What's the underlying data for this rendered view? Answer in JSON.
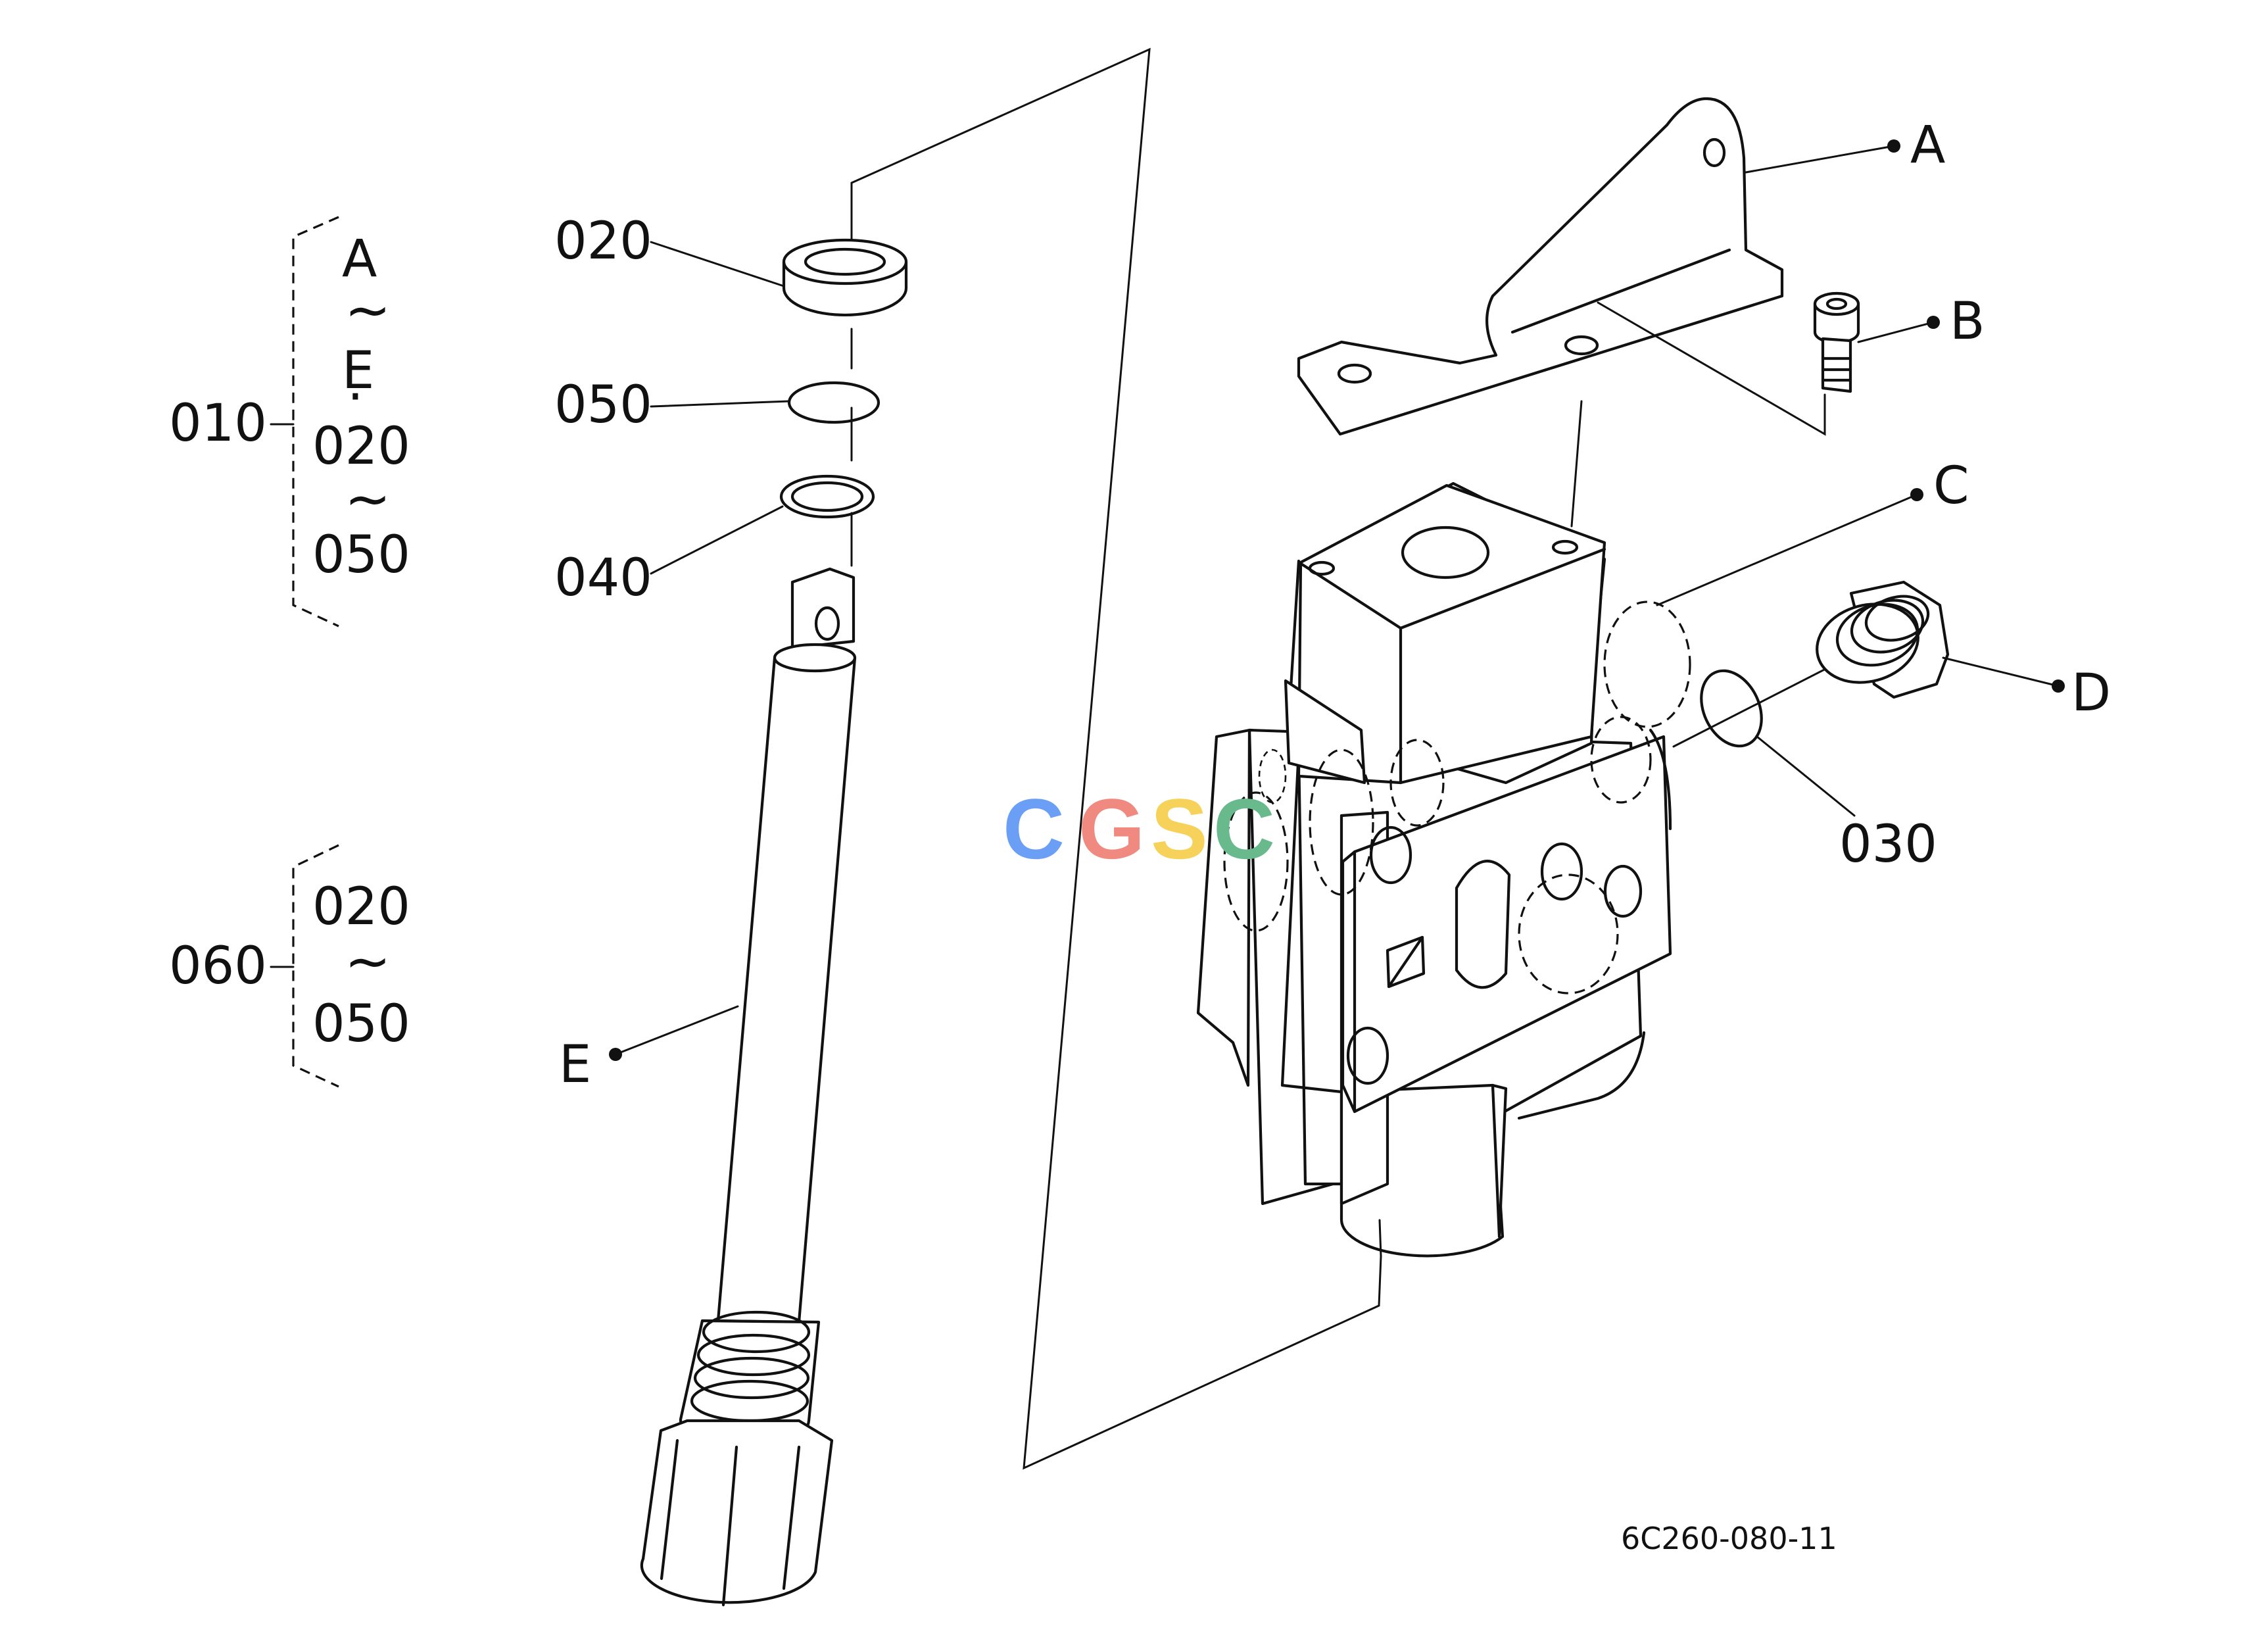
{
  "callouts": {
    "a": "A",
    "b": "B",
    "c": "C",
    "d": "D",
    "e": "E",
    "p020": "020",
    "p050": "050",
    "p040": "040",
    "p030": "030"
  },
  "kit_010": {
    "number": "010",
    "lines": [
      "A",
      "~",
      "E",
      "·",
      "020",
      "~",
      "050"
    ]
  },
  "kit_060": {
    "number": "060",
    "lines": [
      "020",
      "~",
      "050"
    ]
  },
  "drawing_code": "6C260-080-11",
  "watermark": {
    "letters": [
      "C",
      "G",
      "S",
      "C"
    ],
    "colors": [
      "#6a9ff5",
      "#f08a80",
      "#f7d25a",
      "#68b98c"
    ]
  }
}
